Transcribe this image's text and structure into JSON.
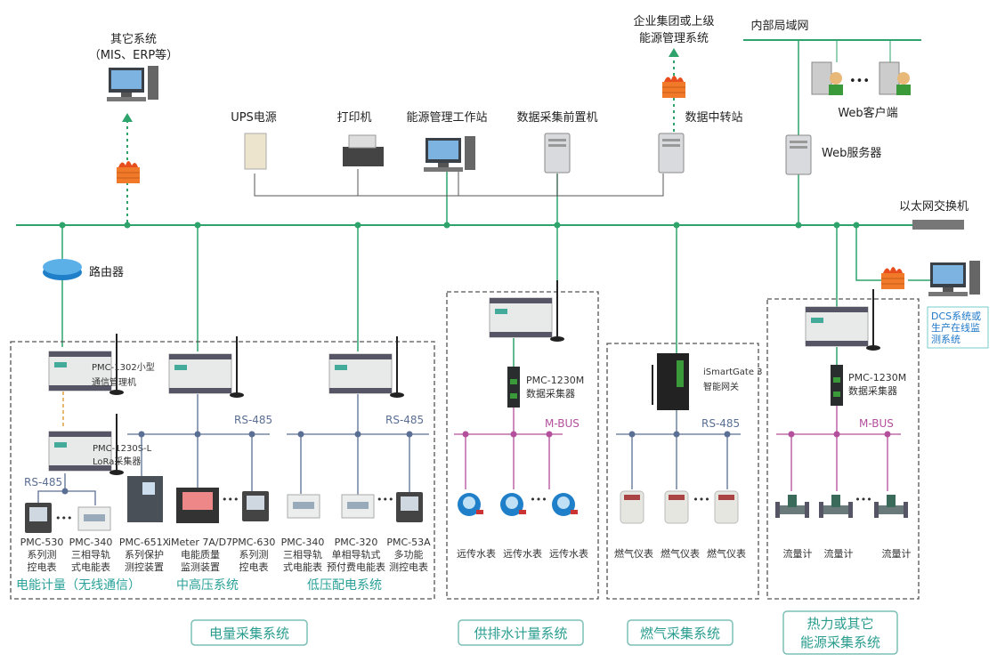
{
  "colors": {
    "ethernet": "#2ea36b",
    "rs485": "#5a6f93",
    "mbus": "#b44f9c",
    "system_label": "#2a9d8f",
    "firewall": "#f07a2a"
  },
  "top": {
    "other_system": {
      "line1": "其它系统",
      "line2": "（MIS、ERP等）"
    },
    "ups": "UPS电源",
    "printer": "打印机",
    "workstation": "能源管理工作站",
    "front_server": "数据采集前置机",
    "relay_station": "数据中转站",
    "enterprise": {
      "line1": "企业集团或上级",
      "line2": "能源管理系统"
    },
    "intranet": "内部局域网",
    "web_client": "Web客户端",
    "web_server": "Web服务器",
    "switch": "以太网交换机",
    "router": "路由器",
    "ellipsis": "•••"
  },
  "power": {
    "pmc1302": {
      "line1": "PMC-1302小型",
      "line2": "通信管理机"
    },
    "pmc1230s": {
      "line1": "PMC-1230S-L",
      "line2": "LoRa采集器"
    },
    "rs485": "RS-485",
    "devices": [
      {
        "model": "PMC-530",
        "d1": "系列测",
        "d2": "控电表"
      },
      {
        "model": "PMC-340",
        "d1": "三相导轨",
        "d2": "式电能表"
      },
      {
        "model": "PMC-651X",
        "d1": "系列保护",
        "d2": "测控装置"
      },
      {
        "model": "iMeter 7A/D7",
        "d1": "电能质量",
        "d2": "监测装置"
      },
      {
        "model": "PMC-630",
        "d1": "系列测",
        "d2": "控电表"
      },
      {
        "model": "PMC-340",
        "d1": "三相导轨",
        "d2": "式电能表"
      },
      {
        "model": "PMC-320",
        "d1": "单相导轨式",
        "d2": "预付费电能表"
      },
      {
        "model": "PMC-53A",
        "d1": "多功能",
        "d2": "测控电表"
      }
    ],
    "sub_labels": [
      "电能计量（无线通信）",
      "中高压系统",
      "低压配电系统"
    ],
    "system": "电量采集系统"
  },
  "water": {
    "collector": {
      "line1": "PMC-1230M",
      "line2": "数据采集器"
    },
    "bus": "M-BUS",
    "meters": [
      "远传水表",
      "远传水表",
      "远传水表"
    ],
    "system": "供排水计量系统"
  },
  "gas": {
    "gateway": {
      "line1": "iSmartGate 3",
      "line2": "智能网关"
    },
    "bus": "RS-485",
    "meters": [
      "燃气仪表",
      "燃气仪表",
      "燃气仪表"
    ],
    "system": "燃气采集系统"
  },
  "heat": {
    "collector": {
      "line1": "PMC-1230M",
      "line2": "数据采集器"
    },
    "bus": "M-BUS",
    "meters": [
      "流量计",
      "流量计",
      "流量计"
    ],
    "system": {
      "line1": "热力或其它",
      "line2": "能源采集系统"
    }
  },
  "dcs": {
    "line1": "DCS系统或",
    "line2": "生产在线监",
    "line3": "测系统"
  }
}
